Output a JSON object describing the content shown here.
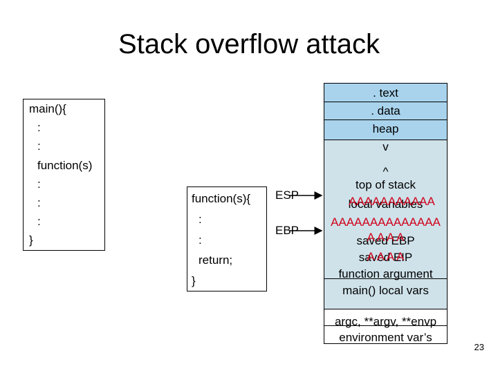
{
  "title": "Stack overflow attack",
  "main_code": [
    "main(){",
    ":",
    ":",
    "function(s)",
    ":",
    ":",
    ":",
    "}"
  ],
  "function_code": [
    "function(s){",
    ":",
    ":",
    "return;",
    "}"
  ],
  "pointers": {
    "esp": "ESP",
    "ebp": "EBP"
  },
  "memory": {
    "text": ". text",
    "data": ". data",
    "heap": "heap",
    "heap_arrow": "v",
    "stack_arrow": "^",
    "top_of_stack": "top of stack",
    "local_variables": "local variables",
    "overflow_1": "AAAAAAAAAAA",
    "overflow_2": "AAAAAAAAAAAAAA",
    "saved_ebp": "saved EBP",
    "overflow_3": "A A A A",
    "saved_eip": "saved EIP",
    "overflow_4": "A A A A",
    "function_argument": "function argument",
    "main_local_vars": "main() local vars",
    "argc": "argc, **argv, **envp",
    "environment": "environment var’s"
  },
  "slide_number": "23",
  "colors": {
    "memory_fill": "#cfe2ea",
    "text_data_fill": "#a9d3ed",
    "overflow": "#d0021b"
  }
}
